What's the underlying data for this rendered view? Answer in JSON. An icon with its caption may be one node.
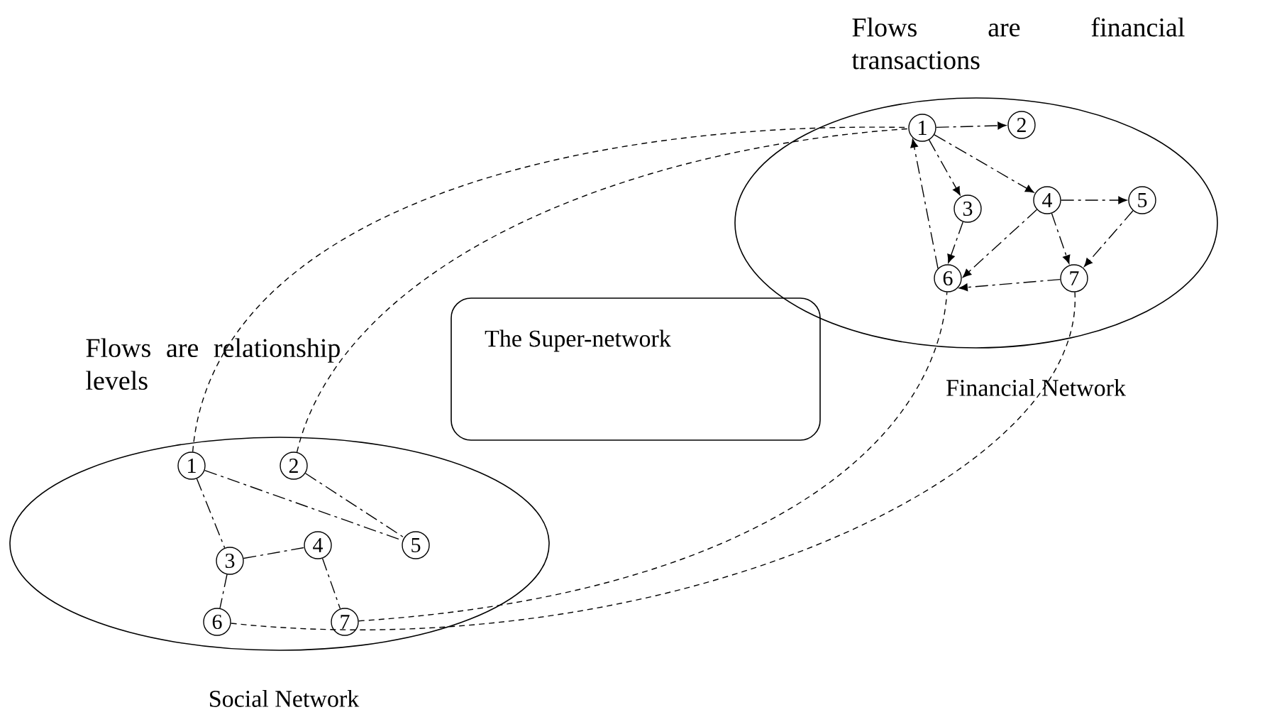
{
  "diagram": {
    "nodes": [
      {
        "text": [
          "Financial Network"
        ]
      },
      {
        "text": [
          "1"
        ],
        "in": 0
      },
      {
        "text": [
          "2"
        ],
        "in": 0
      },
      {
        "text": [
          "3"
        ],
        "in": 0
      },
      {
        "text": [
          "4"
        ],
        "in": 0
      },
      {
        "text": [
          "5"
        ],
        "in": 0
      },
      {
        "text": [
          "6"
        ],
        "in": 0
      },
      {
        "text": [
          "7"
        ],
        "in": 0
      },
      {
        "text": [
          "The Super-network"
        ]
      },
      {
        "text": [
          "Social Network"
        ]
      },
      {
        "text": [
          "1"
        ],
        "in": 9
      },
      {
        "text": [
          "2"
        ],
        "in": 9
      },
      {
        "text": [
          "3"
        ],
        "in": 9
      },
      {
        "text": [
          "4"
        ],
        "in": 9
      },
      {
        "text": [
          "5"
        ],
        "in": 9
      },
      {
        "text": [
          "6"
        ],
        "in": 9
      },
      {
        "text": [
          "7"
        ],
        "in": 9
      }
    ],
    "edges": [
      {
        "from": 1,
        "to": 2,
        "arrow": "to"
      },
      {
        "from": 1,
        "to": 3,
        "arrow": "to"
      },
      {
        "from": 1,
        "to": 4,
        "arrow": "to"
      },
      {
        "from": 4,
        "to": 5,
        "arrow": "to"
      },
      {
        "from": 4,
        "to": 7,
        "arrow": "to"
      },
      {
        "from": 5,
        "to": 7,
        "arrow": "to"
      },
      {
        "from": 3,
        "to": 6,
        "arrow": "to"
      },
      {
        "from": 4,
        "to": 6,
        "arrow": "to"
      },
      {
        "from": 7,
        "to": 6,
        "arrow": "to"
      },
      {
        "from": 6,
        "to": 1,
        "arrow": "to"
      },
      {
        "from": 10,
        "to": 12,
        "arrow": "none"
      },
      {
        "from": 10,
        "to": 14,
        "arrow": "none"
      },
      {
        "from": 11,
        "to": 14,
        "arrow": "none"
      },
      {
        "from": 12,
        "to": 13,
        "arrow": "none"
      },
      {
        "from": 12,
        "to": 15,
        "arrow": "none"
      },
      {
        "from": 13,
        "to": 16,
        "arrow": "none"
      },
      {
        "from": 10,
        "to": 1,
        "arrow": "none",
        "style": "dashed"
      },
      {
        "from": 11,
        "to": 1,
        "arrow": "none",
        "style": "dashed"
      },
      {
        "from": 16,
        "to": 6,
        "arrow": "none",
        "style": "dashed"
      },
      {
        "from": 15,
        "to": 7,
        "arrow": "none",
        "style": "dashed"
      }
    ],
    "labels": [
      "Flows are financial transactions",
      "Flows are relationship levels"
    ]
  }
}
